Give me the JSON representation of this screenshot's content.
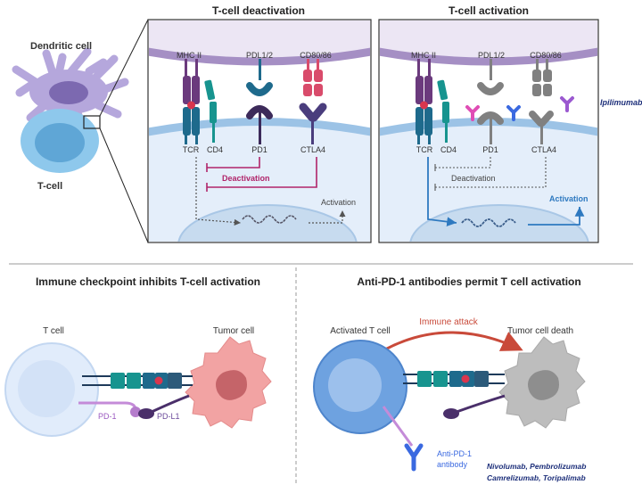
{
  "top": {
    "left_labels": {
      "dendritic": "Dendritic cell",
      "tcell": "T-cell"
    },
    "deactivation_panel": {
      "title": "T-cell deactivation",
      "receptors_top": [
        "MHC II",
        "PDL1/2",
        "CD80/86"
      ],
      "receptors_bottom": [
        "TCR",
        "CD4",
        "PD1",
        "CTLA4"
      ],
      "deactivation": "Deactivation",
      "activation": "Activation"
    },
    "activation_panel": {
      "title": "T-cell activation",
      "receptors_top": [
        "MHC II",
        "PDL1/2",
        "CD80/86"
      ],
      "receptors_bottom": [
        "TCR",
        "CD4",
        "PD1",
        "CTLA4"
      ],
      "deactivation": "Deactivation",
      "activation": "Activation",
      "drug": "Ipilimumab"
    }
  },
  "bottom": {
    "left": {
      "title": "Immune checkpoint inhibits T-cell activation",
      "tcell": "T cell",
      "tumor": "Tumor cell",
      "pd1": "PD-1",
      "pdl1": "PD-L1"
    },
    "right": {
      "title": "Anti-PD-1 antibodies permit T cell activation",
      "tcell": "Activated T cell",
      "attack": "Immune attack",
      "tumor": "Tumor cell death",
      "antibody_line1": "Anti-PD-1",
      "antibody_line2": "antibody",
      "drugs_line1": "Nivolumab, Pembrolizumab",
      "drugs_line2": "Camrelizumab, Toripalimab"
    }
  },
  "colors": {
    "membrane_top": "#d9cfe6",
    "membrane_band": "#a58fc4",
    "cell_blue": "#dce9f8",
    "membrane_blue": "#9cc3e6",
    "nucleus": "#c7dbef",
    "mhc": "#6b3a7d",
    "tcr": "#1e6a8c",
    "cd4": "#17948f",
    "pd": "#3c2a5a",
    "cd80": "#d94b6b",
    "ctla4": "#4a3d7d",
    "deact": "#b0246a",
    "act": "#2e79c0",
    "gray": "#808080",
    "tumor": "#f2a3a3",
    "tumor_dark": "#c56469",
    "dead": "#bdbdbd",
    "arrow_red": "#c94a3a",
    "drug_text": "#1d2f7a",
    "antibody_blue": "#3a69e0"
  }
}
